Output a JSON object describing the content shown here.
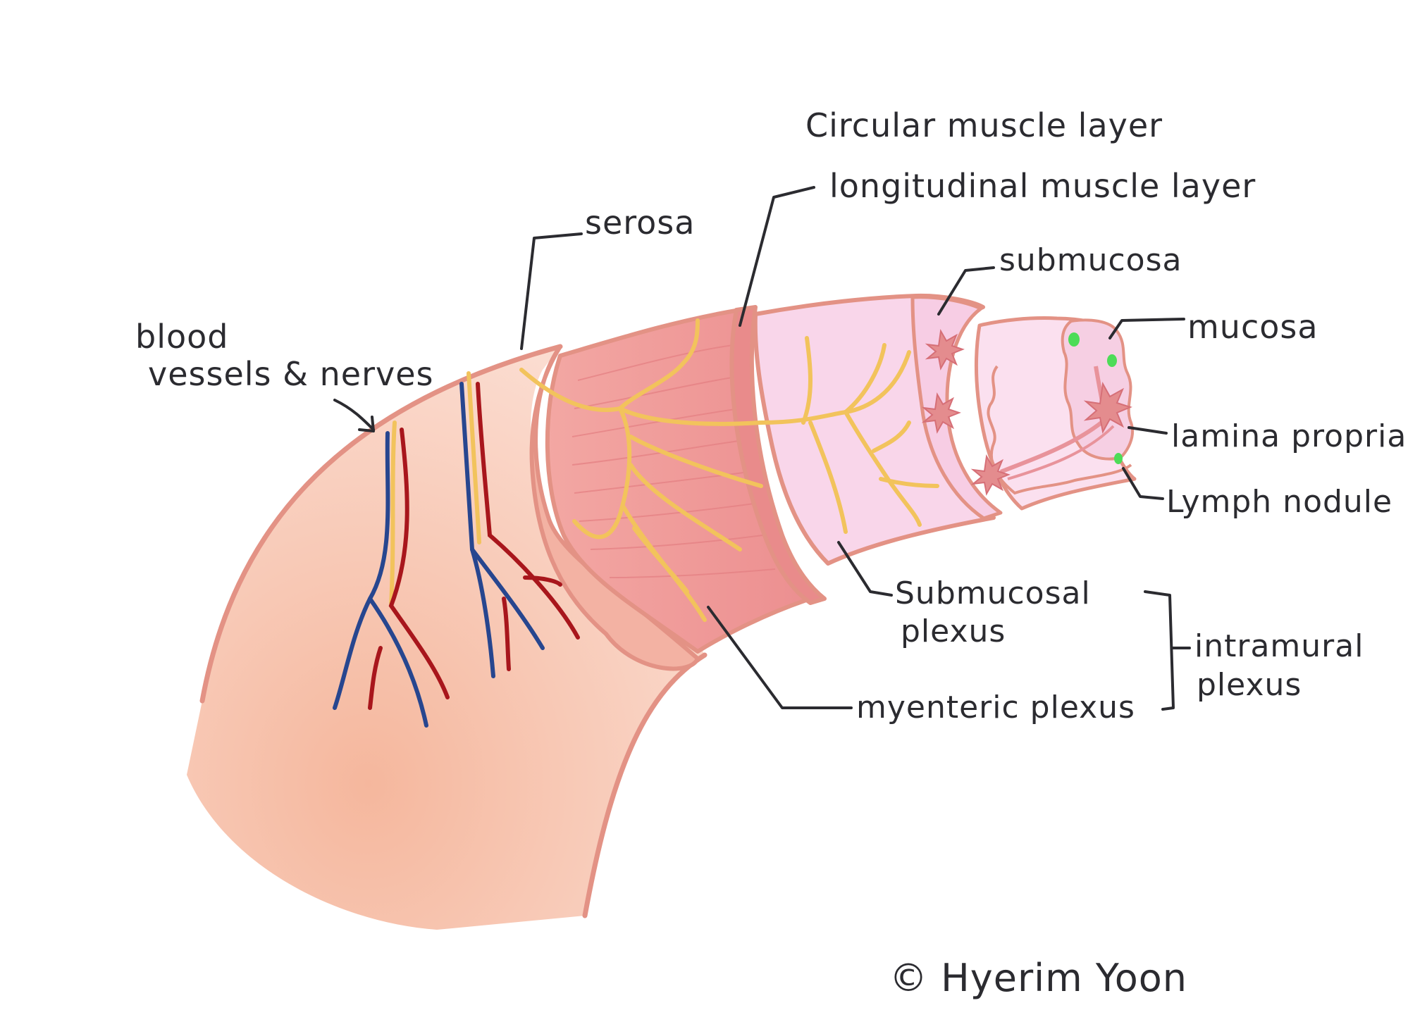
{
  "labels": {
    "circular_muscle_layer": "Circular muscle layer",
    "longitudinal_muscle_layer": "longitudinal  muscle layer",
    "serosa": "serosa",
    "submucosa": "submucosa",
    "mucosa": "mucosa",
    "blood_vessels_line1": "blood",
    "blood_vessels_line2": "vessels & nerves",
    "lamina_propria": "lamina propria",
    "lymph_nodule": "Lymph nodule",
    "submucosal_plexus_line1": "Submucosal",
    "submucosal_plexus_line2": "plexus",
    "myenteric_plexus": "myenteric plexus",
    "intramural_plexus_line1": "intramural",
    "intramural_plexus_line2": "plexus"
  },
  "copyright": "© Hyerim Yoon",
  "colors": {
    "serosa_fill": "#f7c9b4",
    "serosa_outline": "#e39285",
    "muscle_fill": "#ef9c9a",
    "muscle_stripes": "#e47f82",
    "submucosa_fill": "#f9d6ea",
    "mucosa_fill": "#fbe0ef",
    "nerve": "#f2c35c",
    "artery": "#a8161c",
    "vein": "#27468f",
    "lymph_nodule": "#4ddc57",
    "leader_line": "#2b2b30",
    "text": "#2b2b30"
  }
}
